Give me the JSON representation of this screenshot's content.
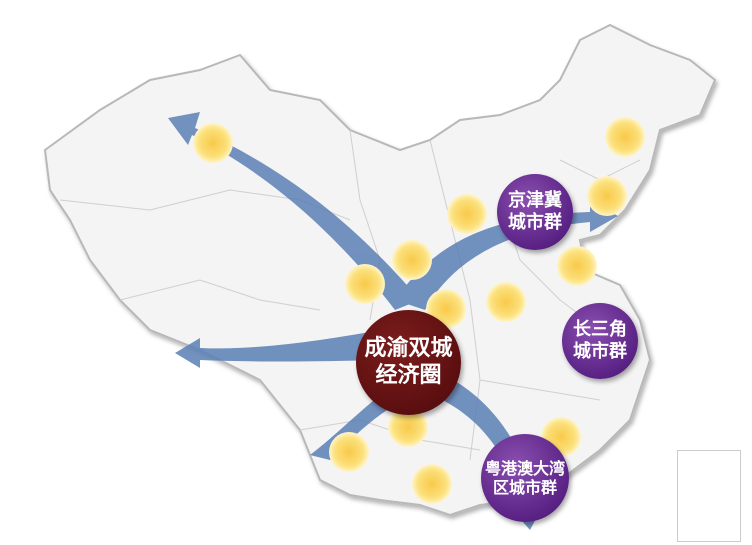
{
  "hub": {
    "label_line1": "成渝双城",
    "label_line2": "经济圈",
    "color": "#5c0f10"
  },
  "clusters": [
    {
      "line1": "京津冀",
      "line2": "城市群"
    },
    {
      "line1": "长三角",
      "line2": "城市群"
    },
    {
      "line1": "粤港澳大湾",
      "line2": "区城市群"
    }
  ],
  "colors": {
    "cluster": "#5a2285",
    "arrow": "#5a7fb5",
    "city_node": "#f9d45c",
    "map_fill": "#f4f4f4",
    "map_border": "#bdbdbd"
  }
}
